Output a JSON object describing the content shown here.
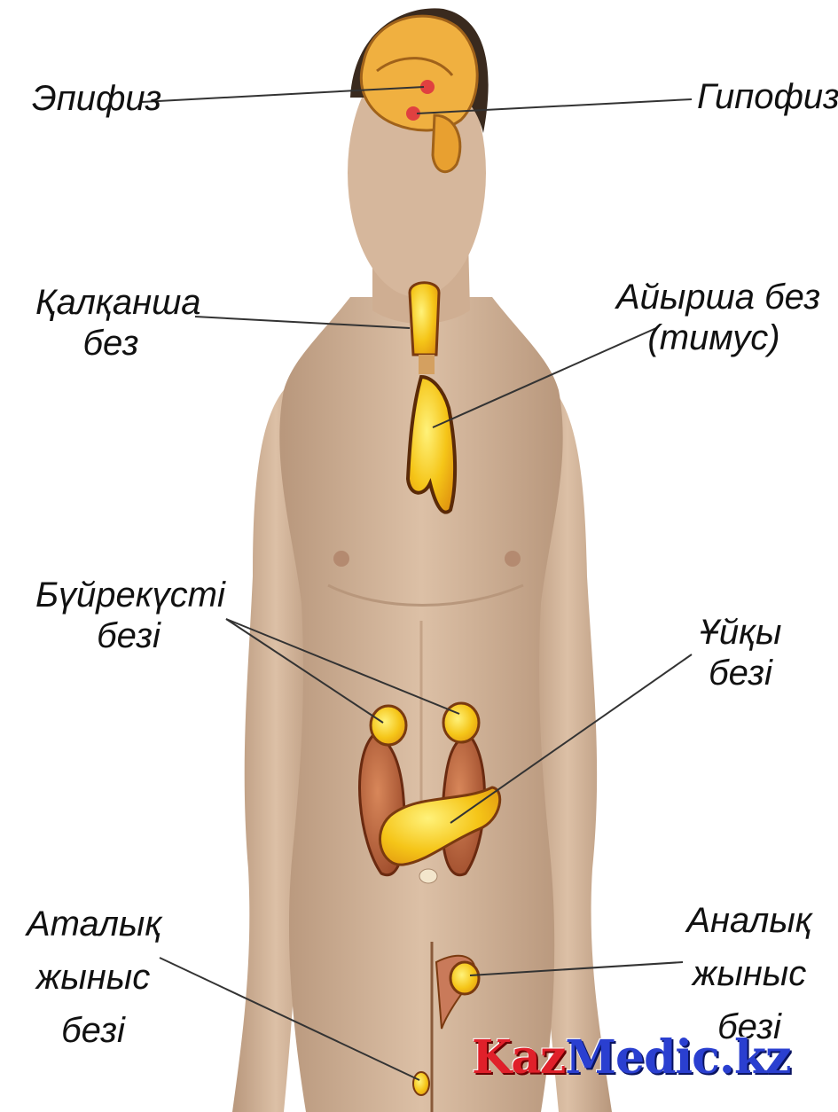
{
  "labels": {
    "pineal": "Эпифиз",
    "pituitary": "Гипофиз",
    "thyroid": [
      "Қалқанша",
      "без"
    ],
    "thymus": [
      "Айырша без",
      "(тимус)"
    ],
    "adrenal": [
      "Бүйрекүсті",
      "безі"
    ],
    "pancreas": [
      "Ұйқы",
      "безі"
    ],
    "testes": [
      "Аталық",
      "жыныс",
      "безі"
    ],
    "ovaries": [
      "Аналық",
      "жыныс",
      "безі"
    ]
  },
  "watermark": {
    "part1": "Kaz",
    "part2": "Medic.kz"
  },
  "colors": {
    "skin": "#d9b89c",
    "skin_shadow": "#b8977c",
    "gland": "#f5c518",
    "gland_outline": "#7a3a10",
    "kidney": "#c9744a",
    "brain": "#f0b040",
    "hair": "#3a2a1e",
    "leader_line": "#333333"
  }
}
